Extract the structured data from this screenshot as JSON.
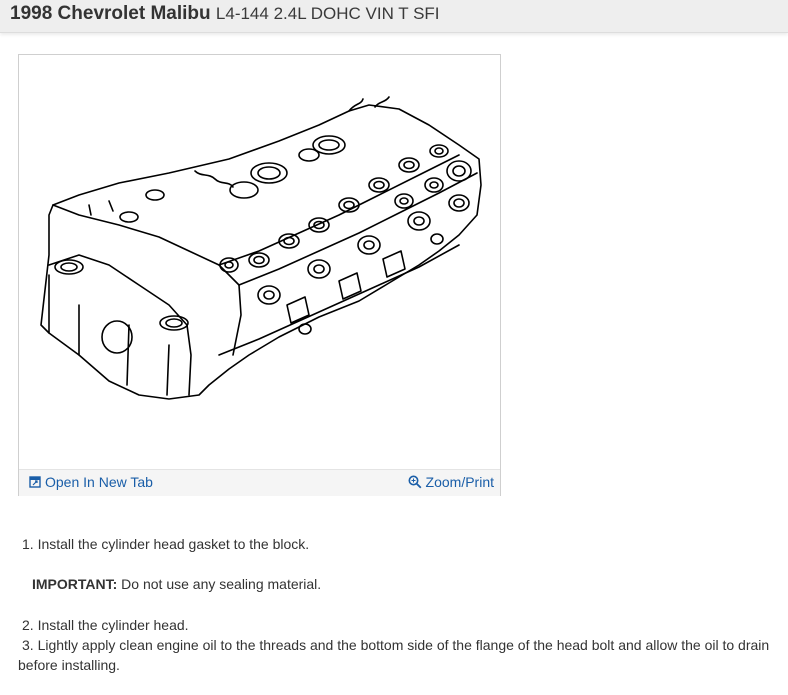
{
  "header": {
    "title_strong": "1998 Chevrolet Malibu",
    "title_sub": "L4-144 2.4L DOHC VIN T SFI"
  },
  "figure": {
    "open_label": "Open In New Tab",
    "zoom_label": "Zoom/Print",
    "open_icon": "open-in-new-tab-icon",
    "zoom_icon": "magnifier-icon"
  },
  "steps": {
    "step1": "1. Install the cylinder head gasket to the block.",
    "important_label": "IMPORTANT:",
    "important_text": " Do not use any sealing material.",
    "step2": "2. Install the cylinder head.",
    "step3_line1": "3. Lightly apply clean engine oil to the threads and the bottom side of the flange of the head bolt and allow the oil to drain",
    "step3_line2": "before installing."
  },
  "colors": {
    "link": "#1a5ea8",
    "header_bg": "#eeeeee",
    "toolbar_bg": "#f5f5f5"
  }
}
